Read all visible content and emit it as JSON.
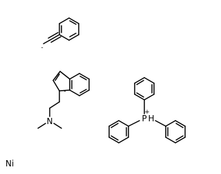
{
  "phenylacetylide": {
    "charge": "-"
  },
  "indenyl_amine": {
    "charge": "-",
    "nitrogen": "N"
  },
  "phosphonium": {
    "phosphorus": "P",
    "hydrogen": "H",
    "charge": "+"
  },
  "metal": {
    "symbol": "Ni"
  }
}
